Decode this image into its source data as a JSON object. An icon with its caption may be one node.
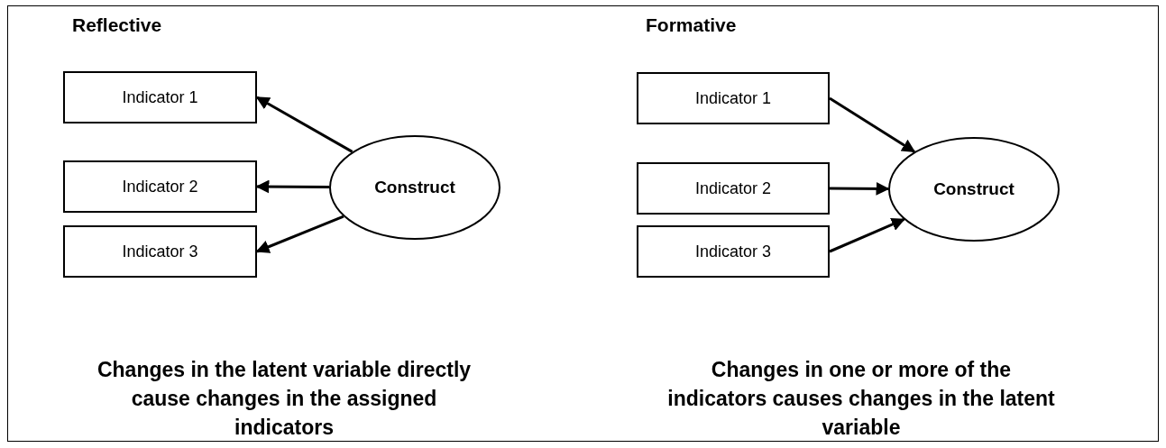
{
  "diagram": {
    "nodes": [
      {
        "text": [
          "Indicator 1"
        ]
      },
      {
        "text": [
          "Indicator 2"
        ]
      },
      {
        "text": [
          "Indicator 3"
        ]
      },
      {
        "text": [
          "Construct"
        ]
      },
      {
        "text": [
          "Indicator 1"
        ]
      },
      {
        "text": [
          "Indicator 2"
        ]
      },
      {
        "text": [
          "Indicator 3"
        ]
      },
      {
        "text": [
          "Construct"
        ]
      }
    ],
    "edges": [
      {
        "from": 3,
        "to": 0,
        "arrow": "to"
      },
      {
        "from": 3,
        "to": 1,
        "arrow": "to"
      },
      {
        "from": 3,
        "to": 2,
        "arrow": "to"
      },
      {
        "from": 4,
        "to": 7,
        "arrow": "to"
      },
      {
        "from": 5,
        "to": 7,
        "arrow": "to"
      },
      {
        "from": 6,
        "to": 7,
        "arrow": "to"
      }
    ],
    "labels": [
      "Reflective",
      "Formative",
      "Changes in the latent variable directly cause changes in the assigned indicators",
      "Changes in one or more of the indicators causes changes in the latent variable"
    ]
  }
}
